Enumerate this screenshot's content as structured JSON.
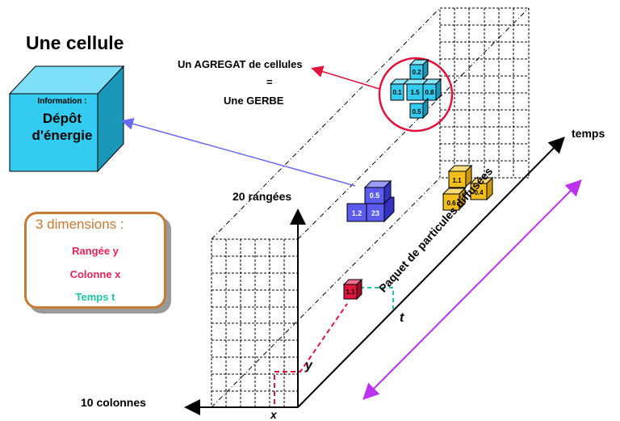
{
  "title": "Une cellule",
  "cell": {
    "info_label": "Information :",
    "value_line1": "Dépôt",
    "value_line2": "d'énergie"
  },
  "aggregate": {
    "line1": "Un AGREGAT de cellules",
    "line2": "=",
    "line3": "Une GERBE",
    "values": [
      "0.2",
      "0.1",
      "1.5",
      "0.8",
      "0.5"
    ]
  },
  "blue_cluster": [
    "0.5",
    "1.2",
    "23"
  ],
  "yellow_cluster": [
    "1.1",
    "0.6",
    "0.4"
  ],
  "red_cell": "1.1",
  "axes": {
    "rows": "20 rangées",
    "cols": "10 colonnes",
    "time": "temps",
    "x": "x",
    "y": "y",
    "t": "t"
  },
  "dimensions": {
    "title": "3 dimensions :",
    "row": "Rangée y",
    "col": "Colonne x",
    "time": "Temps t"
  },
  "paquet": "Paquet de particules diffusées",
  "colors": {
    "cube": "#33ccf0",
    "blue": "#5b5bf0",
    "yellow": "#f2bd1e",
    "red": "#e0143c",
    "circle": "#e0143c",
    "purple": "#bb33ee",
    "teal": "#1fc4a0",
    "orange": "#c87933"
  }
}
